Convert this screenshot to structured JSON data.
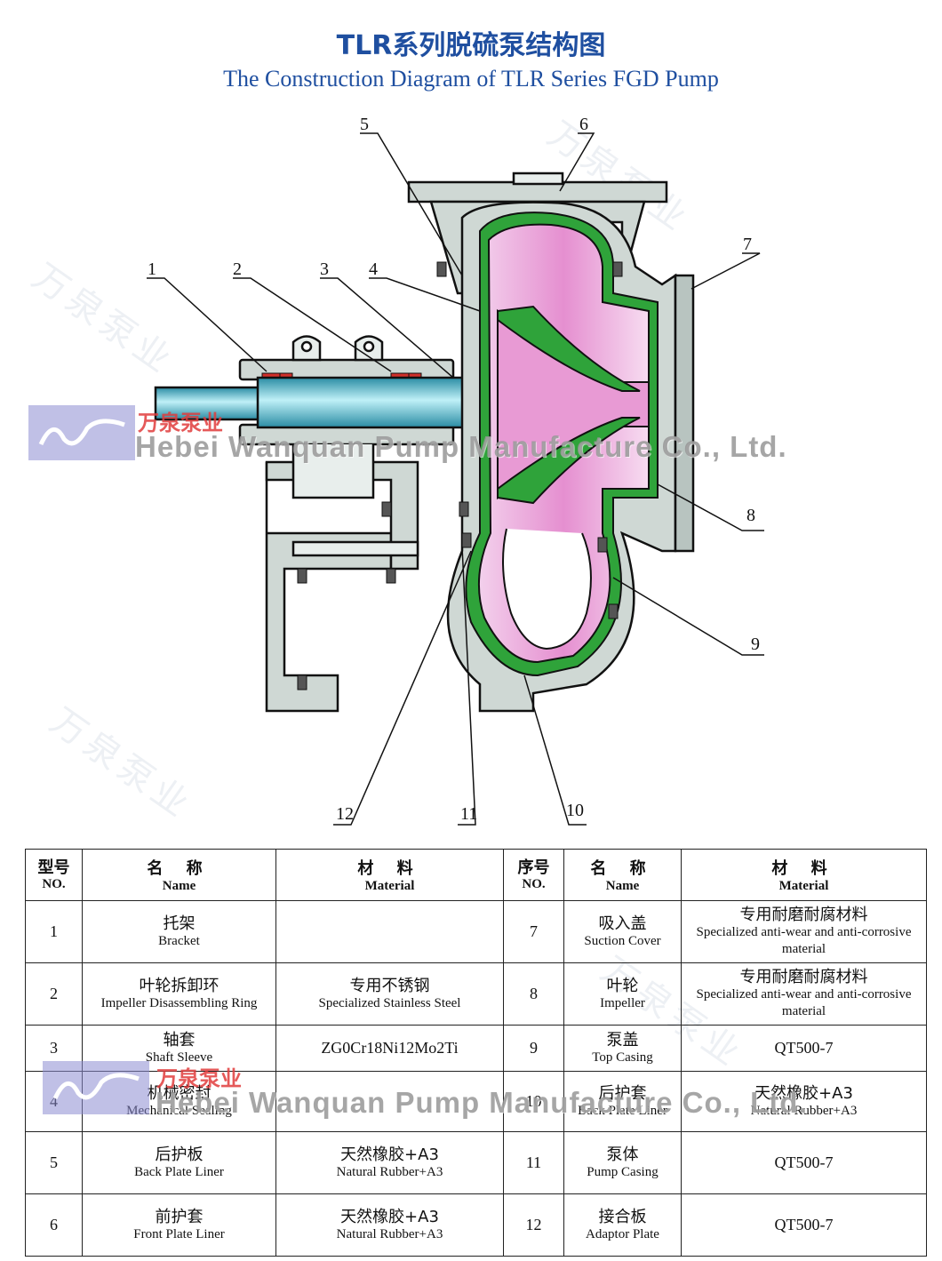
{
  "title": {
    "cn": "TLR系列脱硫泵结构图",
    "en": "The Construction Diagram of  TLR Series FGD Pump"
  },
  "callouts": [
    "1",
    "2",
    "3",
    "4",
    "5",
    "6",
    "7",
    "8",
    "9",
    "10",
    "11",
    "12"
  ],
  "watermark": {
    "brand_cn": "万泉泵业",
    "company_en": "Hebei Wanquan Pump Manufacture Co., Ltd."
  },
  "colors": {
    "title_blue": "#1f4fa0",
    "casing_pink": "#e9a6d8",
    "liner_green": "#2fa33a",
    "shaft_cyan": "#58c6d8",
    "body_gray": "#cfd8d4",
    "seal_red": "#d0302a"
  },
  "table": {
    "headers": {
      "no_cn": "型号",
      "no_en": "NO.",
      "name_cn": "名 称",
      "name_en": "Name",
      "material_cn": "材 料",
      "material_en": "Material",
      "no2_cn": "序号",
      "no2_en": "NO."
    },
    "rows": [
      {
        "l_no": "1",
        "l_cn": "托架",
        "l_en": "Bracket",
        "l_mat_cn": "",
        "l_mat_en": "",
        "r_no": "7",
        "r_cn": "吸入盖",
        "r_en": "Suction Cover",
        "r_mat_cn": "专用耐磨耐腐材料",
        "r_mat_en": "Specialized anti-wear and anti-corrosive material"
      },
      {
        "l_no": "2",
        "l_cn": "叶轮拆卸环",
        "l_en": "Impeller Disassembling Ring",
        "l_mat_cn": "专用不锈钢",
        "l_mat_en": "Specialized Stainless Steel",
        "r_no": "8",
        "r_cn": "叶轮",
        "r_en": "Impeller",
        "r_mat_cn": "专用耐磨耐腐材料",
        "r_mat_en": "Specialized anti-wear and anti-corrosive material"
      },
      {
        "l_no": "3",
        "l_cn": "轴套",
        "l_en": "Shaft Sleeve",
        "l_mat_cn": "",
        "l_mat_en": "ZG0Cr18Ni12Mo2Ti",
        "r_no": "9",
        "r_cn": "泵盖",
        "r_en": "Top Casing",
        "r_mat_cn": "",
        "r_mat_en": "QT500-7"
      },
      {
        "l_no": "4",
        "l_cn": "机械密封",
        "l_en": "Mechanical Sealing",
        "l_mat_cn": "",
        "l_mat_en": "",
        "r_no": "10",
        "r_cn": "后护套",
        "r_en": "Back Plate Liner",
        "r_mat_cn": "天然橡胶+A3",
        "r_mat_en": "Natural Rubber+A3"
      },
      {
        "l_no": "5",
        "l_cn": "后护板",
        "l_en": "Back Plate Liner",
        "l_mat_cn": "天然橡胶+A3",
        "l_mat_en": "Natural Rubber+A3",
        "r_no": "11",
        "r_cn": "泵体",
        "r_en": "Pump Casing",
        "r_mat_cn": "",
        "r_mat_en": "QT500-7"
      },
      {
        "l_no": "6",
        "l_cn": "前护套",
        "l_en": "Front Plate Liner",
        "l_mat_cn": "天然橡胶+A3",
        "l_mat_en": "Natural Rubber+A3",
        "r_no": "12",
        "r_cn": "接合板",
        "r_en": "Adaptor Plate",
        "r_mat_cn": "",
        "r_mat_en": "QT500-7"
      }
    ]
  }
}
